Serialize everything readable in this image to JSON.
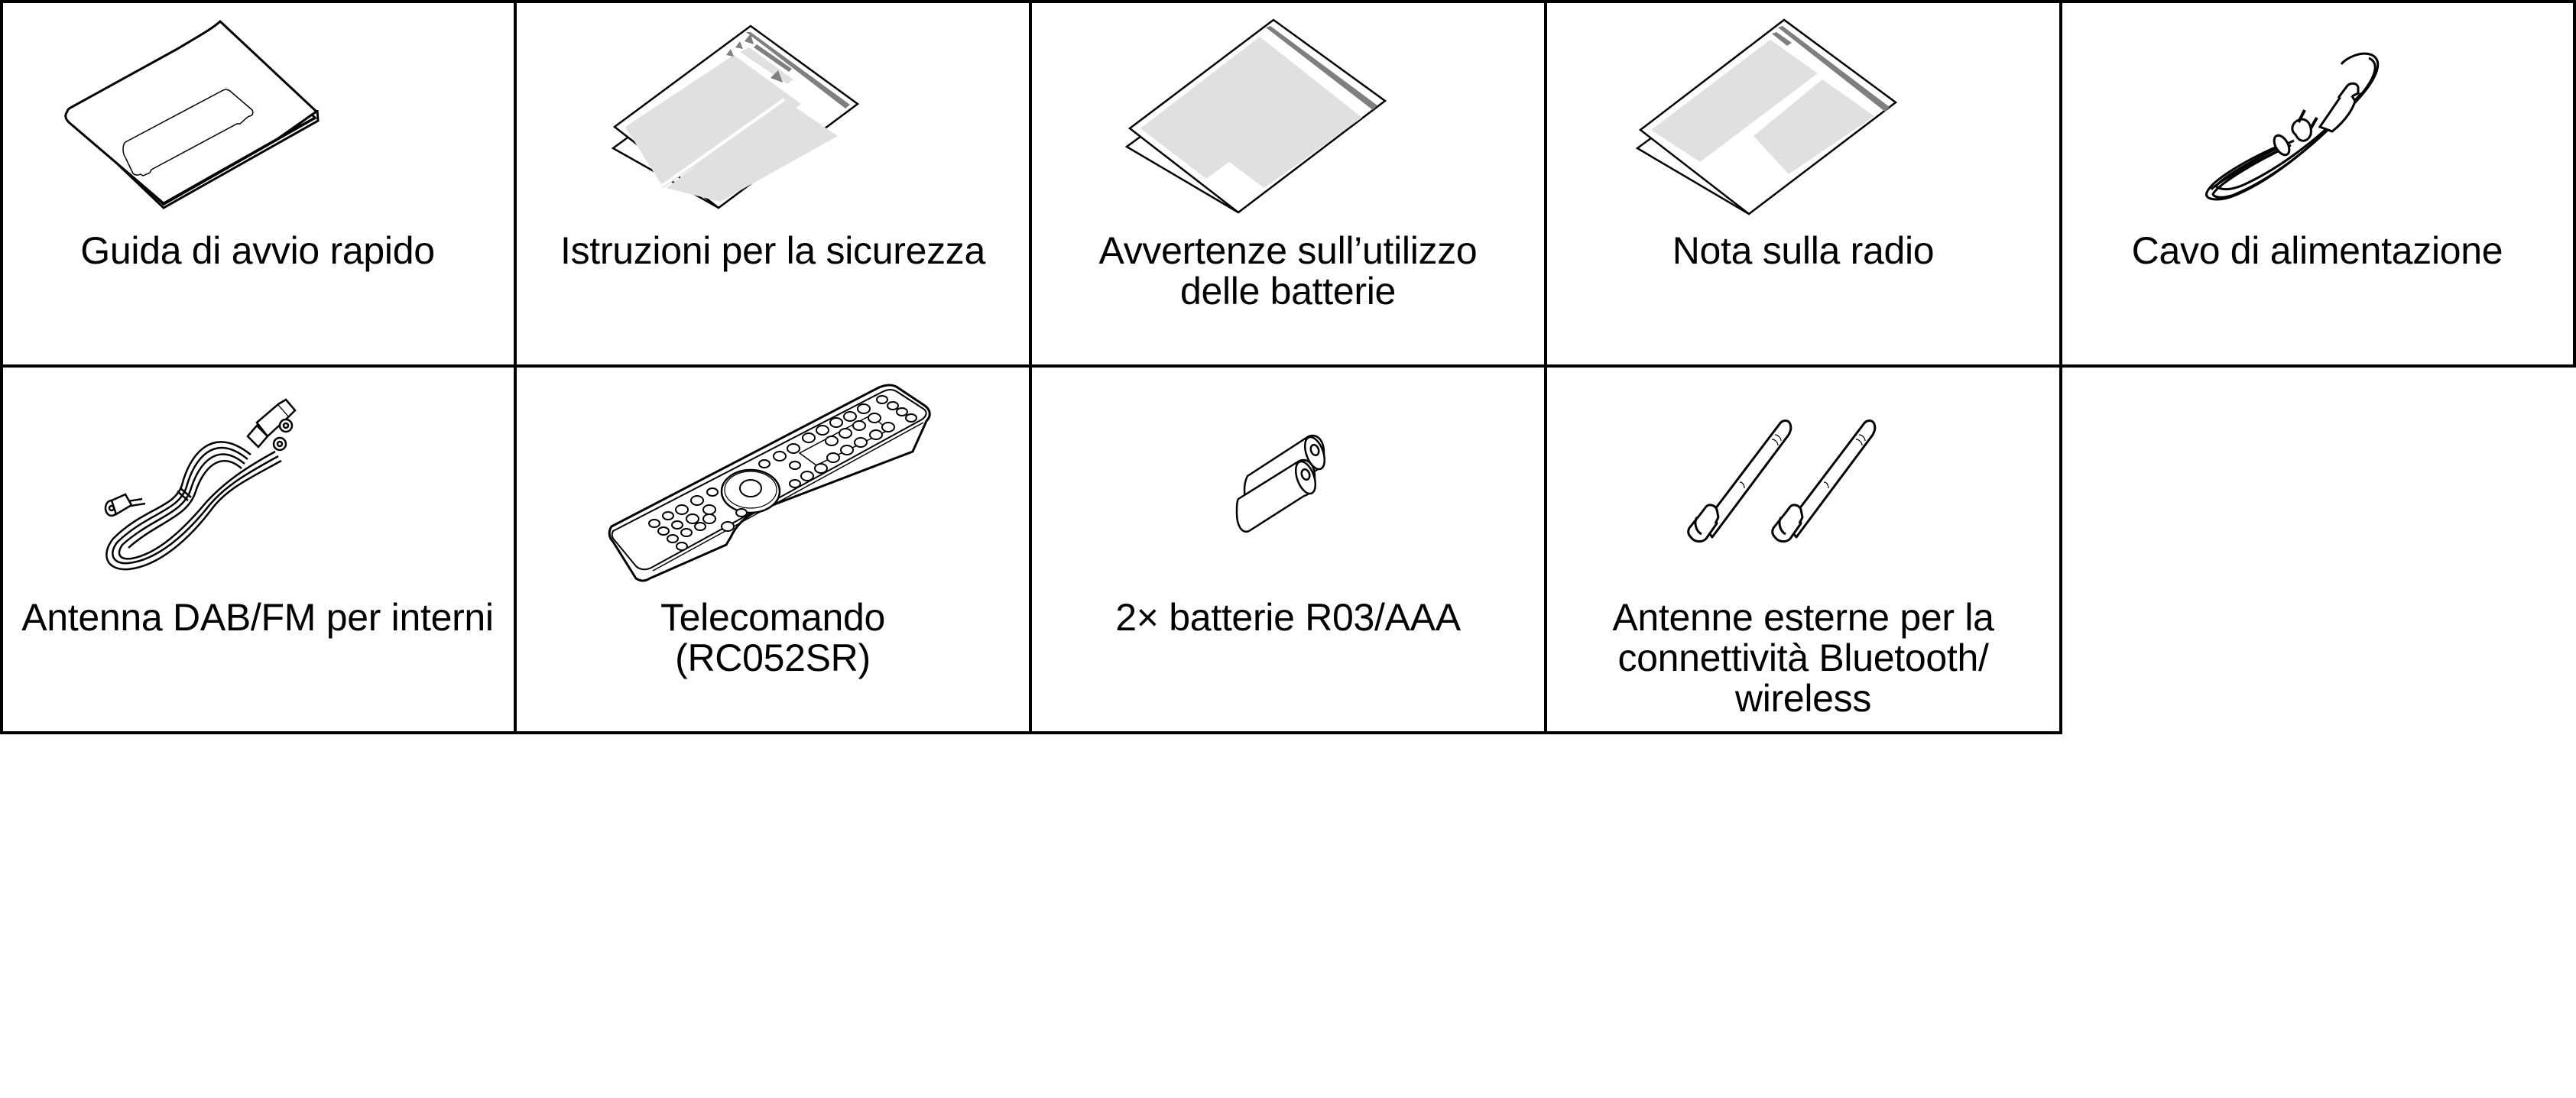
{
  "table": {
    "rows": [
      [
        {
          "id": "quick-start-guide",
          "label": "Guida di avvio rapido",
          "icon": "booklet-icon"
        },
        {
          "id": "safety-instructions",
          "label": "Istruzioni per la sicurezza",
          "icon": "folded-leaflet-icon"
        },
        {
          "id": "battery-precautions",
          "label": "Avvertenze sull’utilizzo\ndelle batterie",
          "icon": "folded-leaflet-icon"
        },
        {
          "id": "radio-note",
          "label": "Nota sulla radio",
          "icon": "folded-leaflet-icon"
        },
        {
          "id": "power-cord",
          "label": "Cavo di alimentazione",
          "icon": "power-cord-icon"
        }
      ],
      [
        {
          "id": "indoor-dab-fm-antenna",
          "label": "Antenna DAB/FM per interni",
          "icon": "antenna-cable-icon"
        },
        {
          "id": "remote-control",
          "label": "Telecomando\n(RC052SR)",
          "icon": "remote-control-icon"
        },
        {
          "id": "batteries",
          "label": "2× batterie R03/AAA",
          "icon": "batteries-icon"
        },
        {
          "id": "external-antennas",
          "label": "Antenne esterne per la\nconnettività Bluetooth/\nwireless",
          "icon": "rod-antenna-icon"
        }
      ]
    ]
  },
  "colors": {
    "line": "#000000",
    "background": "#ffffff",
    "fill_light": "#e0e0e0",
    "fill_dark": "#7f7f7f"
  }
}
